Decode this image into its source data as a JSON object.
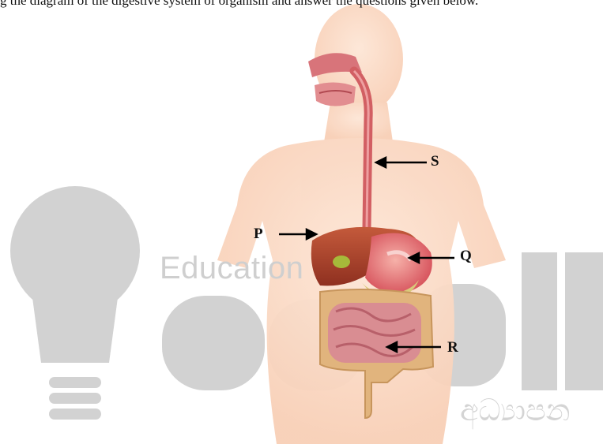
{
  "header_text": "g the diagram of the digestive system of organism and answer the questions given below.",
  "labels": {
    "S": "S",
    "P": "P",
    "Q": "Q",
    "R": "R"
  },
  "watermark": {
    "education_text": "Education",
    "sinhala_text": "අධ්‍යාපන",
    "brand_color": "#d2d2d2"
  },
  "colors": {
    "skin": "#fbd9c4",
    "organ": "#d75a5a",
    "liver": "#a9432b",
    "intestine": "#d98a8f",
    "large_intestine": "#dfb27a"
  }
}
